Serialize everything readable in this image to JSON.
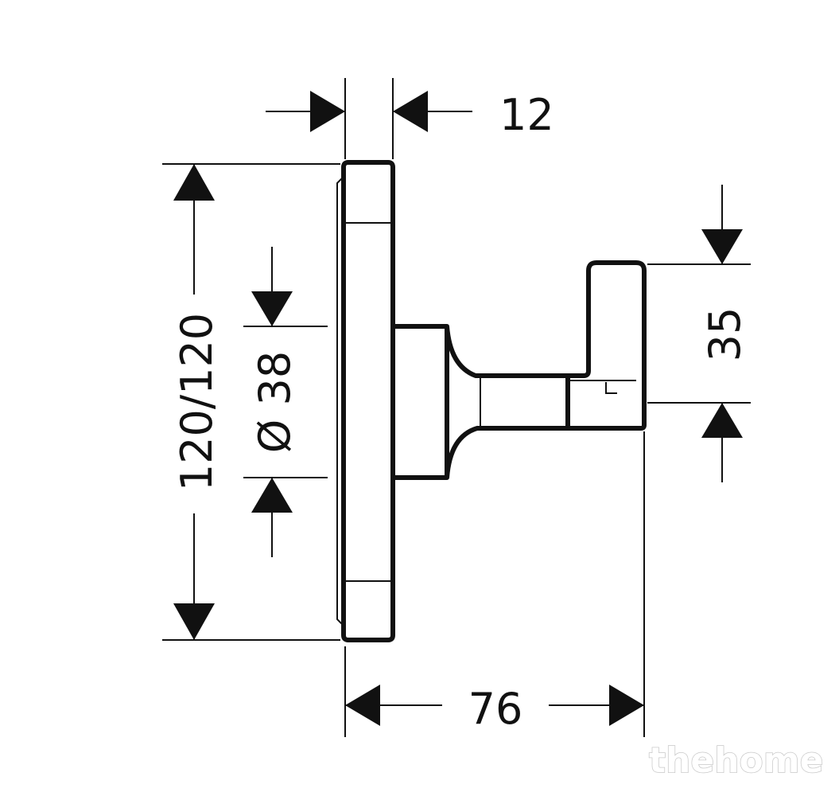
{
  "dimensions": {
    "depth_plate": "12",
    "height_plate": "120/120",
    "diameter_base": "Ø 38",
    "hook_height": "35",
    "total_projection": "76"
  },
  "watermark": {
    "text": "thehome"
  },
  "colors": {
    "line": "#111111",
    "background": "#ffffff",
    "watermark_outline": "#c8c8c8"
  }
}
